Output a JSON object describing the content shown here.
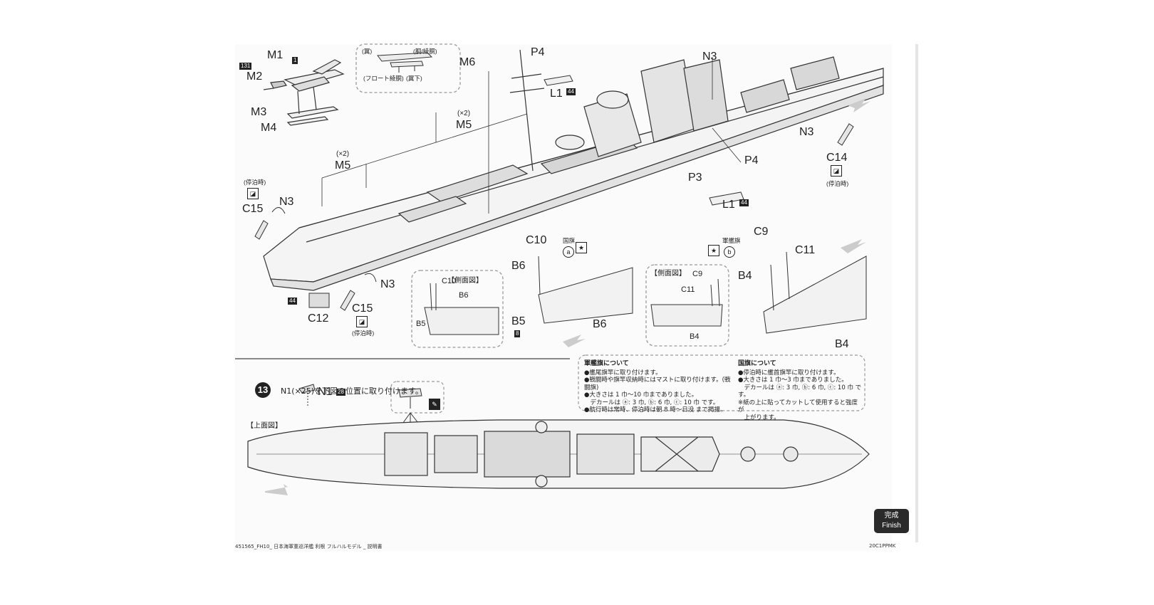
{
  "labels": {
    "m1": "M1",
    "m2": "M2",
    "m3": "M3",
    "m4": "M4",
    "m5a": "M5",
    "m5a_count": "(×2)",
    "m5b": "M5",
    "m5b_count": "(×2)",
    "m6": "M6",
    "p4a": "P4",
    "l1a": "L1",
    "n3a": "N3",
    "n3b": "N3",
    "c14": "C14",
    "c14_note": "(停泊時)",
    "p3": "P3",
    "p4b": "P4",
    "l1b": "L1",
    "c15a_note": "(停泊時)",
    "c15a": "C15",
    "n3c": "N3",
    "n3d": "N3",
    "c12": "C12",
    "c15b": "C15",
    "c15b_note": "(停泊時)",
    "c10a": "C10",
    "kokki": "国旗",
    "b6a": "B6",
    "b5a": "B5",
    "b6b": "B6",
    "gunkan": "軍艦旗",
    "c9a": "C9",
    "c11a": "C11",
    "b4a": "B4",
    "b4b": "B4",
    "float_label": "(フロート綾胴)",
    "float_wing": "(翼)",
    "float_wing_low": "(翼下)",
    "float_kan": "(胴/綾胴)"
  },
  "badges": {
    "b131": "131",
    "b1": "1",
    "b44a": "44",
    "b44b": "44",
    "b44c": "44",
    "b8": "8",
    "b28": "28"
  },
  "decals": {
    "a": "a",
    "b": "b"
  },
  "inset_side_a": {
    "title": "【側面図】",
    "c10": "C10",
    "b6": "B6",
    "b5": "B5"
  },
  "inset_side_b": {
    "title": "【側面図】",
    "c9": "C9",
    "c11": "C11",
    "b4": "B4"
  },
  "notes_left": {
    "heading": "軍艦旗について",
    "lines": [
      "●艦尾旗竿に取り付けます。",
      "●戦闘時や旗竿収納時にはマストに取り付けます。(戦闘旗)",
      "●大きさは 1 巾～10 巾までありました。",
      "　デカールは ⓐ: 3 巾, ⓑ: 6 巾, ⓒ: 10 巾 です。",
      "●航行時は常時、停泊時は朝 8 時～日没 まで掲揚。"
    ]
  },
  "notes_right": {
    "heading": "国旗について",
    "lines": [
      "●停泊時に艦首旗竿に取り付けます。",
      "●大きさは 1 巾～3 巾までありました。",
      "　デカールは ⓐ: 3 巾, ⓑ: 6 巾, ⓒ: 10 巾 です。",
      "※紙の上に貼ってカットして使用すると強度が",
      "　上がります。"
    ]
  },
  "step13": {
    "number": "13",
    "text": "N1(×25)を下図の位置に取り付けます。",
    "part": "N1",
    "top_view": "【上面図】"
  },
  "finish": {
    "jp": "完成",
    "en": "Finish"
  },
  "footer": {
    "left": "451565_FH10_ 日本海軍重巡洋艦 利根 フルハルモデル _ 説明書",
    "right": "20C1PPMK"
  }
}
